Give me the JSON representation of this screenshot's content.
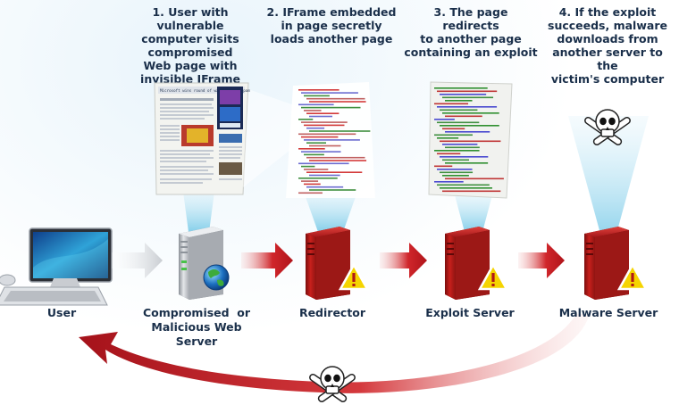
{
  "steps": [
    {
      "number": "1.",
      "lines": [
        "User with vulnerable",
        "computer visits",
        "compromised",
        "Web page with",
        "invisible IFrame"
      ]
    },
    {
      "number": "2.",
      "lines": [
        "IFrame embedded",
        "in page secretly",
        "loads another page"
      ]
    },
    {
      "number": "3.",
      "lines": [
        "The page redirects",
        "to another page",
        "containing an exploit"
      ]
    },
    {
      "number": "4.",
      "lines": [
        "If the exploit",
        "succeeds, malware",
        "downloads from",
        "another server to the",
        "victim's computer"
      ]
    }
  ],
  "nodes": {
    "user": {
      "lines": [
        "User"
      ]
    },
    "compromised_server": {
      "lines": [
        "Compromised  or",
        "Malicious Web Server"
      ]
    },
    "redirector": {
      "lines": [
        "Redirector"
      ]
    },
    "exploit_server": {
      "lines": [
        "Exploit Server"
      ]
    },
    "malware_server": {
      "lines": [
        "Malware Server"
      ]
    }
  },
  "webpage_thumbnail": {
    "headline": "Microsoft wins round of war against spam"
  },
  "colors": {
    "text": "#1a2f4a",
    "arrow_red": "#c0161b",
    "server_red": "#b3201e",
    "server_gray": "#c9ccd1",
    "beam": "#9fd8ee",
    "warning": "#f5d400"
  }
}
